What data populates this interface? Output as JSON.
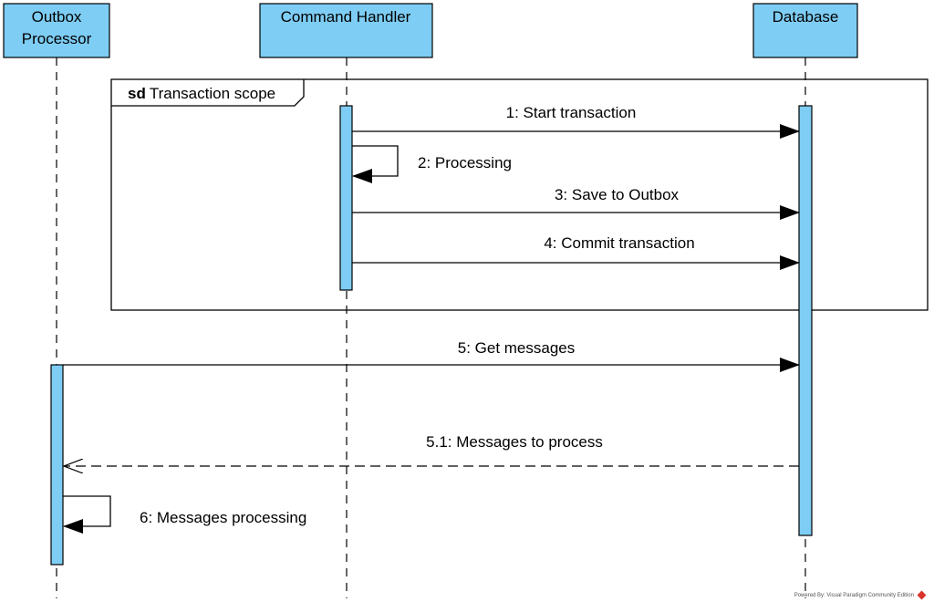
{
  "colors": {
    "lifeline_fill": "#7ecdf4",
    "stroke": "#000000",
    "background": "#ffffff",
    "watermark_logo": "#d9342b"
  },
  "lifelines": [
    {
      "id": "outbox",
      "label_lines": [
        "Outbox",
        "Processor"
      ]
    },
    {
      "id": "handler",
      "label_lines": [
        "Command Handler"
      ]
    },
    {
      "id": "database",
      "label_lines": [
        "Database"
      ]
    }
  ],
  "frame": {
    "keyword": "sd",
    "label": "Transaction scope"
  },
  "messages": [
    {
      "number": "1",
      "label": "1: Start transaction",
      "from": "handler",
      "to": "database",
      "kind": "sync"
    },
    {
      "number": "2",
      "label": "2: Processing",
      "from": "handler",
      "to": "handler",
      "kind": "self"
    },
    {
      "number": "3",
      "label": "3: Save to Outbox",
      "from": "handler",
      "to": "database",
      "kind": "sync"
    },
    {
      "number": "4",
      "label": "4: Commit transaction",
      "from": "handler",
      "to": "database",
      "kind": "sync"
    },
    {
      "number": "5",
      "label": "5: Get messages",
      "from": "outbox",
      "to": "database",
      "kind": "sync"
    },
    {
      "number": "5.1",
      "label": "5.1: Messages to process",
      "from": "database",
      "to": "outbox",
      "kind": "return"
    },
    {
      "number": "6",
      "label": "6: Messages processing",
      "from": "outbox",
      "to": "outbox",
      "kind": "self"
    }
  ],
  "watermark": {
    "text": "Powered By: Visual Paradigm Community Edition",
    "logo_icon": "visual-paradigm-logo-icon"
  }
}
